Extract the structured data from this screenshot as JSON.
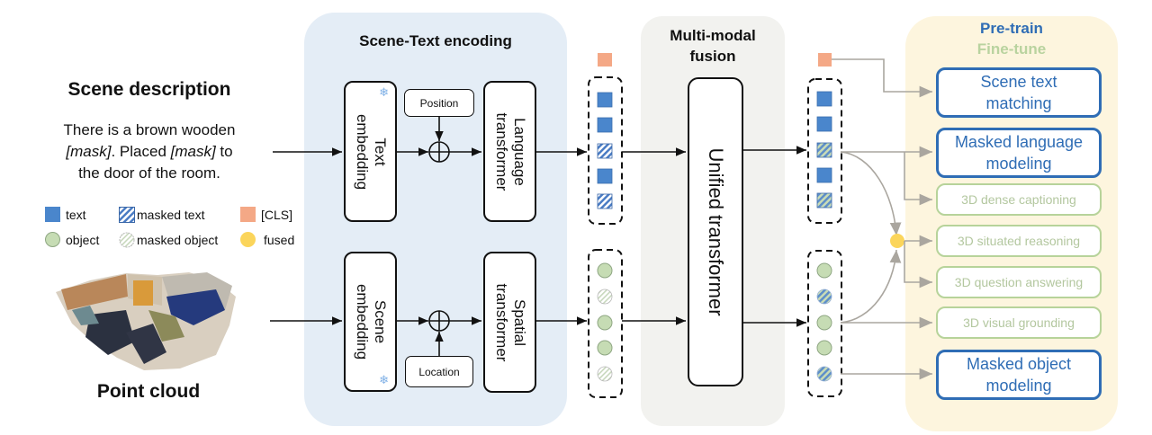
{
  "left": {
    "scene_title": "Scene description",
    "sentence_line1": "There is a brown wooden",
    "sentence_line2_mask1": "[mask]",
    "sentence_line2_mid": ". Placed ",
    "sentence_line2_mask2": "[mask]",
    "sentence_line2_end": " to",
    "sentence_line3": "the door of the room.",
    "point_cloud_label": "Point cloud"
  },
  "legend": [
    {
      "label": "text",
      "kind": "text-token",
      "color": "#4a86cc"
    },
    {
      "label": "masked text",
      "kind": "masked-text-token",
      "color": "#4a86cc"
    },
    {
      "label": "[CLS]",
      "kind": "cls-token",
      "color": "#f4a886"
    },
    {
      "label": "object",
      "kind": "object-token",
      "color": "#c6dcb4"
    },
    {
      "label": "masked object",
      "kind": "masked-object-token",
      "color": "#c6dcb4"
    },
    {
      "label": "fused",
      "kind": "fused-token",
      "color": "#fbd55b"
    }
  ],
  "encoding": {
    "title": "Scene-Text encoding",
    "text_embedding": "Text embedding",
    "text_embedding_l1": "Text",
    "text_embedding_l2": "embedding",
    "position": "Position",
    "language_transformer_l1": "Language",
    "language_transformer_l2": "transformer",
    "scene_embedding_l1": "Scene",
    "scene_embedding_l2": "embedding",
    "location": "Location",
    "spatial_transformer_l1": "Spatial",
    "spatial_transformer_l2": "transformer",
    "frozen_icon": "snowflake-icon",
    "add_icon": "circle-plus-icon"
  },
  "fusion": {
    "title_l1": "Multi-modal",
    "title_l2": "fusion",
    "unified_transformer": "Unified transformer"
  },
  "tokens": {
    "input_text": [
      "text",
      "text",
      "masked",
      "text",
      "masked"
    ],
    "input_objects": [
      "object",
      "masked",
      "object",
      "object",
      "masked"
    ],
    "output_text": [
      "text",
      "text",
      "masked",
      "text",
      "masked"
    ],
    "output_objects": [
      "object",
      "masked",
      "object",
      "object",
      "masked"
    ]
  },
  "tasks": {
    "pretrain_label": "Pre-train",
    "finetune_label": "Fine-tune",
    "pretrain_color": "#2f6db5",
    "finetune_color": "#b7d39a",
    "items": [
      {
        "label": "Scene text matching",
        "l1": "Scene text",
        "l2": "matching",
        "stage": "pre-train"
      },
      {
        "label": "Masked language modeling",
        "l1": "Masked language",
        "l2": "modeling",
        "stage": "pre-train"
      },
      {
        "label": "3D dense captioning",
        "stage": "fine-tune"
      },
      {
        "label": "3D situated reasoning",
        "stage": "fine-tune"
      },
      {
        "label": "3D question answering",
        "stage": "fine-tune"
      },
      {
        "label": "3D visual grounding",
        "stage": "fine-tune"
      },
      {
        "label": "Masked object modeling",
        "l1": "Masked object",
        "l2": "modeling",
        "stage": "pre-train"
      }
    ]
  }
}
